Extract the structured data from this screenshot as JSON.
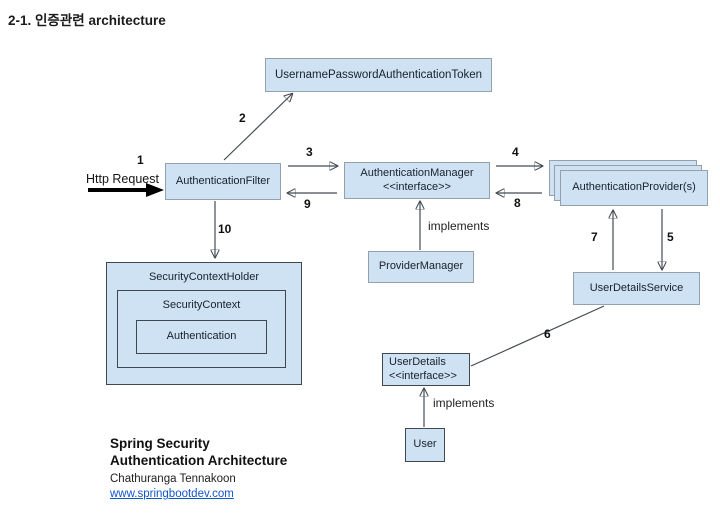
{
  "page": {
    "title": "2-1. 인증관련 architecture"
  },
  "diagram": {
    "boxes": {
      "token": {
        "label": "UsernamePasswordAuthenticationToken"
      },
      "filter": {
        "label": "AuthenticationFilter"
      },
      "manager": {
        "label": "AuthenticationManager",
        "stereotype": "<<interface>>"
      },
      "providers": {
        "label": "AuthenticationProvider(s)"
      },
      "provider_manager": {
        "label": "ProviderManager"
      },
      "user_details_service": {
        "label": "UserDetailsService"
      },
      "security_context_holder": {
        "label": "SecurityContextHolder"
      },
      "security_context": {
        "label": "SecurityContext"
      },
      "authentication": {
        "label": "Authentication"
      },
      "user_details": {
        "label": "UserDetails",
        "stereotype": "<<interface>>"
      },
      "user": {
        "label": "User"
      }
    },
    "edge_labels": {
      "http_request": "Http Request",
      "implements_provider_manager": "implements",
      "implements_user": "implements"
    },
    "step_numbers": {
      "n1": "1",
      "n2": "2",
      "n3": "3",
      "n4": "4",
      "n5": "5",
      "n6": "6",
      "n7": "7",
      "n8": "8",
      "n9": "9",
      "n10": "10"
    }
  },
  "footer": {
    "title_line1": "Spring Security",
    "title_line2": "Authentication Architecture",
    "author": "Chathuranga Tennakoon",
    "website": "www.springbootdev.com"
  },
  "colors": {
    "box_fill": "#cfe2f3",
    "box_border_light": "#93a1ad",
    "box_border_dark": "#3f4850",
    "arrow": "#434c54",
    "link": "#1155cc"
  }
}
